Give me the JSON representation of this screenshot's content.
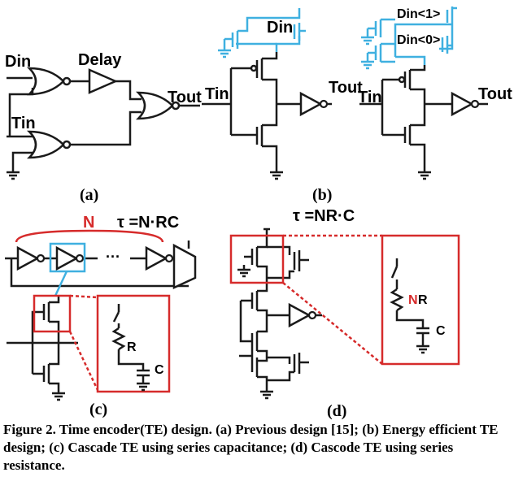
{
  "colors": {
    "wire": "#1a1a1a",
    "highlight_blue": "#3fb0e0",
    "highlight_red": "#d62b2b"
  },
  "panel_a": {
    "label": "(a)",
    "din": "Din",
    "tin": "Tin",
    "delay": "Delay",
    "tout": "Tout"
  },
  "panel_b": {
    "label": "(b)",
    "din": "Din",
    "tin": "Tin",
    "tout": "Tout"
  },
  "panel_b2": {
    "din1": "Din<1>",
    "din0": "Din<0>",
    "tin": "Tin",
    "tout": "Tout"
  },
  "panel_c": {
    "label": "(c)",
    "n": "N",
    "tau": "τ =N·RC",
    "dots": "···",
    "r": "R",
    "c": "C"
  },
  "panel_d": {
    "label": "(d)",
    "tau": "τ =NR·C",
    "n": "N",
    "r": "R",
    "c": "C"
  },
  "caption": {
    "text": "Figure 2. Time encoder(TE) design. (a) Previous design [15]; (b) Energy efficient TE design; (c) Cascade TE using series capacitance; (d) Cascode TE using series resistance."
  }
}
